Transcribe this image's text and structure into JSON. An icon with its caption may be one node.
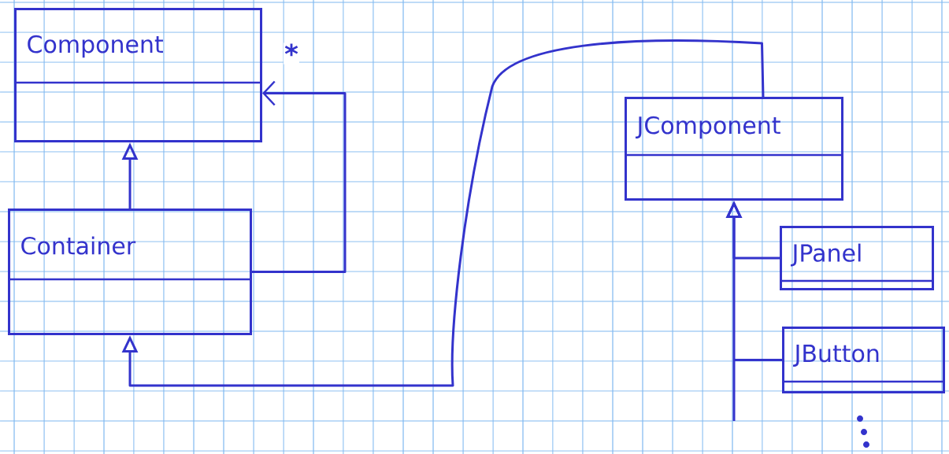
{
  "diagram": {
    "nodes": [
      {
        "text": [
          "Component"
        ]
      },
      {
        "text": [
          "Container"
        ]
      },
      {
        "text": [
          "JComponent"
        ]
      },
      {
        "text": [
          "JPanel"
        ]
      },
      {
        "text": [
          "JButton"
        ]
      }
    ],
    "edges": [
      {
        "from": 1,
        "to": 0,
        "arrow": "to"
      },
      {
        "from": 1,
        "to": 0,
        "arrow": "to",
        "label": "*"
      },
      {
        "from": 2,
        "to": 1,
        "arrow": "to"
      },
      {
        "from": 3,
        "to": 2,
        "arrow": "to"
      },
      {
        "from": 4,
        "to": 2,
        "arrow": "to"
      }
    ]
  }
}
